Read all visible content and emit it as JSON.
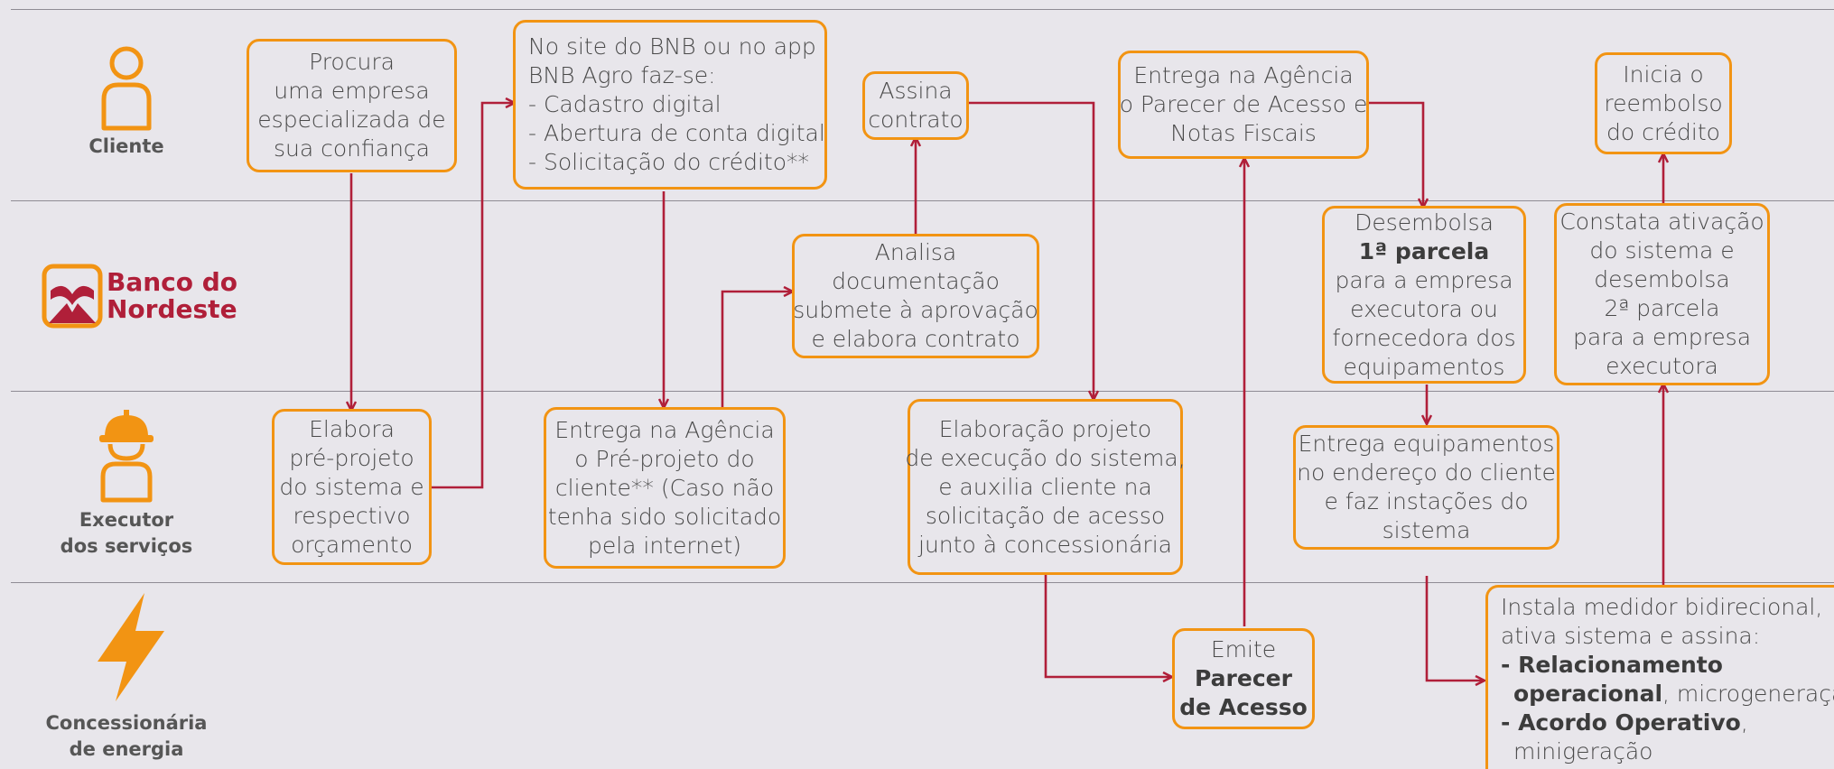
{
  "lanes": {
    "cliente": "Cliente",
    "banco": {
      "line1": "Banco do",
      "line2": "Nordeste"
    },
    "executor": {
      "line1": "Executor",
      "line2": "dos serviços"
    },
    "concessionaria": {
      "line1": "Concessionária",
      "line2": "de energia"
    }
  },
  "steps": {
    "procura": [
      "Procura",
      "uma empresa",
      "especializada de",
      "sua confiança"
    ],
    "site": [
      "No site do BNB ou no app",
      "BNB Agro faz-se:",
      " - Cadastro digital",
      " - Abertura de conta digital",
      " - Solicitação do crédito**"
    ],
    "assina": [
      "Assina",
      "contrato"
    ],
    "entrega_parecer": [
      "Entrega na Agência",
      "o Parecer de Acesso e",
      "Notas Fiscais"
    ],
    "inicia": [
      "Inicia o",
      "reembolso",
      "do crédito"
    ],
    "analisa": [
      "Analisa",
      "documentação",
      "submete à aprovação",
      "e elabora contrato"
    ],
    "desembolsa1": {
      "l1": "Desembolsa",
      "l2": "1ª parcela",
      "l3": "para a empresa",
      "l4": "executora ou",
      "l5": "fornecedora dos",
      "l6": "equipamentos"
    },
    "constata": [
      "Constata ativação",
      "do sistema e",
      "desembolsa",
      "2ª parcela",
      "para a empresa",
      "executora"
    ],
    "elabora": [
      "Elabora",
      "pré-projeto",
      "do sistema e",
      "respectivo",
      "orçamento"
    ],
    "entrega_pre": [
      "Entrega na Agência",
      "o Pré-projeto do",
      "cliente** (Caso não",
      "tenha sido solicitado",
      "pela internet)"
    ],
    "elaboracao": [
      "Elaboração projeto",
      "de execução do sistema,",
      "e auxilia cliente na",
      "solicitação de acesso",
      "junto à concessionária"
    ],
    "entrega_equip": [
      "Entrega equipamentos",
      "no endereço do cliente",
      "e faz instações do",
      "sistema"
    ],
    "emite": {
      "l1": "Emite",
      "l2": "Parecer",
      "l3": "de Acesso"
    },
    "instala": {
      "l1": "Instala medidor bidirecional,",
      "l2": "ativa sistema e assina:",
      "l3_bold": "- Relacionamento",
      "l4_bold": "operacional",
      "l4_rest": ", microgeneração",
      "l5_bold": "- Acordo Operativo",
      "l5_rest": ",",
      "l6": "minigeração"
    }
  },
  "colors": {
    "box_border": "#f29413",
    "arrow": "#b01f39",
    "icon": "#f29413"
  }
}
